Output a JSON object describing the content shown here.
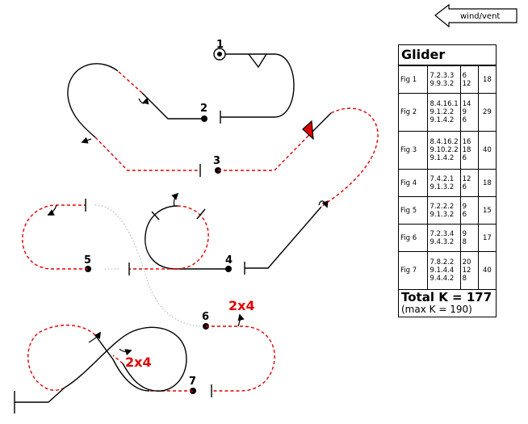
{
  "wind": {
    "label": "wind/vent"
  },
  "panel": {
    "title": "Glider",
    "figures": [
      {
        "name": "Fig 1",
        "codes": [
          "7.2.3.3",
          "9.9.3.2"
        ],
        "k_values": [
          "6",
          "12"
        ],
        "total": "18"
      },
      {
        "name": "Fig 2",
        "codes": [
          "8.4.16.1",
          "9.1.2.2",
          "9.1.4.2"
        ],
        "k_values": [
          "14",
          "9",
          "6"
        ],
        "total": "29"
      },
      {
        "name": "Fig 3",
        "codes": [
          "8.4.16.2",
          "9.10.2.2",
          "9.1.4.2"
        ],
        "k_values": [
          "16",
          "18",
          "6"
        ],
        "total": "40"
      },
      {
        "name": "Fig 4",
        "codes": [
          "7.4.2.1",
          "9.1.3.2"
        ],
        "k_values": [
          "12",
          "6"
        ],
        "total": "18"
      },
      {
        "name": "Fig 5",
        "codes": [
          "7.2.2.2",
          "9.1.3.2"
        ],
        "k_values": [
          "9",
          "6"
        ],
        "total": "15"
      },
      {
        "name": "Fig 6",
        "codes": [
          "7.2.3.4",
          "9.4.3.2"
        ],
        "k_values": [
          "9",
          "8"
        ],
        "total": "17"
      },
      {
        "name": "Fig 7",
        "codes": [
          "7.8.2.2",
          "9.1.4.4",
          "9.4.4.2"
        ],
        "k_values": [
          "20",
          "12",
          "8"
        ],
        "total": "40"
      }
    ],
    "total_k": "Total K = 177",
    "max_k": "(max K = 190)"
  },
  "figure_labels": [
    "1",
    "2",
    "3",
    "4",
    "5",
    "6",
    "7"
  ],
  "multipliers": [
    "2x4",
    "2x4"
  ],
  "colors": {
    "line": "#000000",
    "inverted": "#e00000",
    "connector": "#888888"
  }
}
